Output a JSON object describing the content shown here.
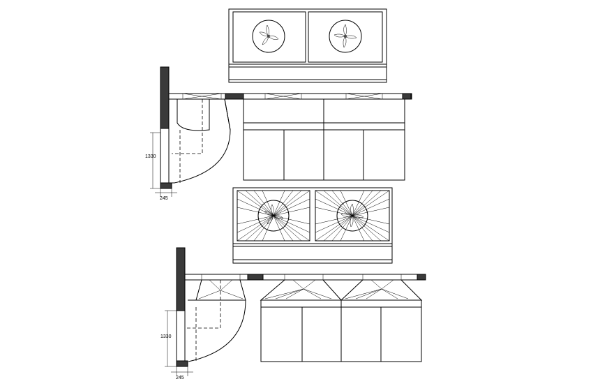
{
  "dimensions": {
    "top_vertical": "1330",
    "top_horizontal": "245",
    "bottom_vertical": "1330",
    "bottom_horizontal": "245"
  }
}
